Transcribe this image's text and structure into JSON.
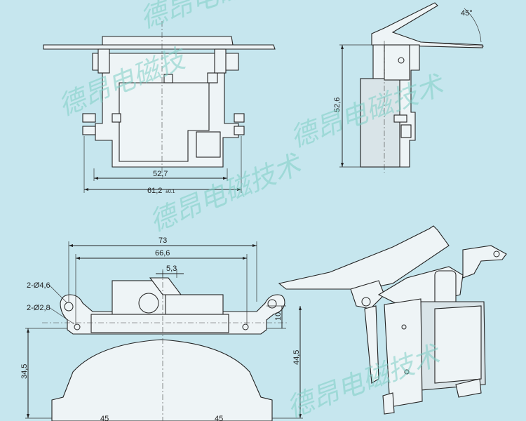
{
  "watermark": {
    "text_1": "德昂电磁技术",
    "text_2": "德昂电磁技",
    "text_3": "德昂电磁技术",
    "text_4": "德昂电磁技术",
    "text_5": "德昂电磁技术"
  },
  "dimensions": {
    "front_width_inner": "52,7",
    "front_width_outer": "61,2",
    "front_width_tol": "±0.1",
    "side_height": "52,6",
    "angle": "45°",
    "top_width_total": "73",
    "top_width_holes": "66,6",
    "top_offset": "5,3",
    "hole_large": "2-Ø4,6",
    "hole_small": "2-Ø2,8",
    "dim_10": "10",
    "dim_44_5": "44,5",
    "dim_34_5": "34,5",
    "dim_45_left": "45",
    "dim_45_right": "45"
  }
}
